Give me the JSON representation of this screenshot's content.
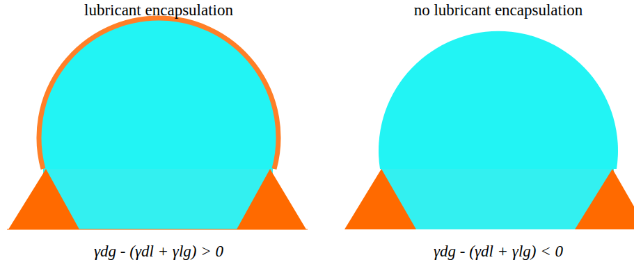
{
  "diagram": {
    "labels": [
      "lubricant encapsulation",
      "no lubricant encapsulation",
      "γdg - (γdl + γlg) > 0",
      "γdg - (γdl + γlg) < 0"
    ]
  }
}
